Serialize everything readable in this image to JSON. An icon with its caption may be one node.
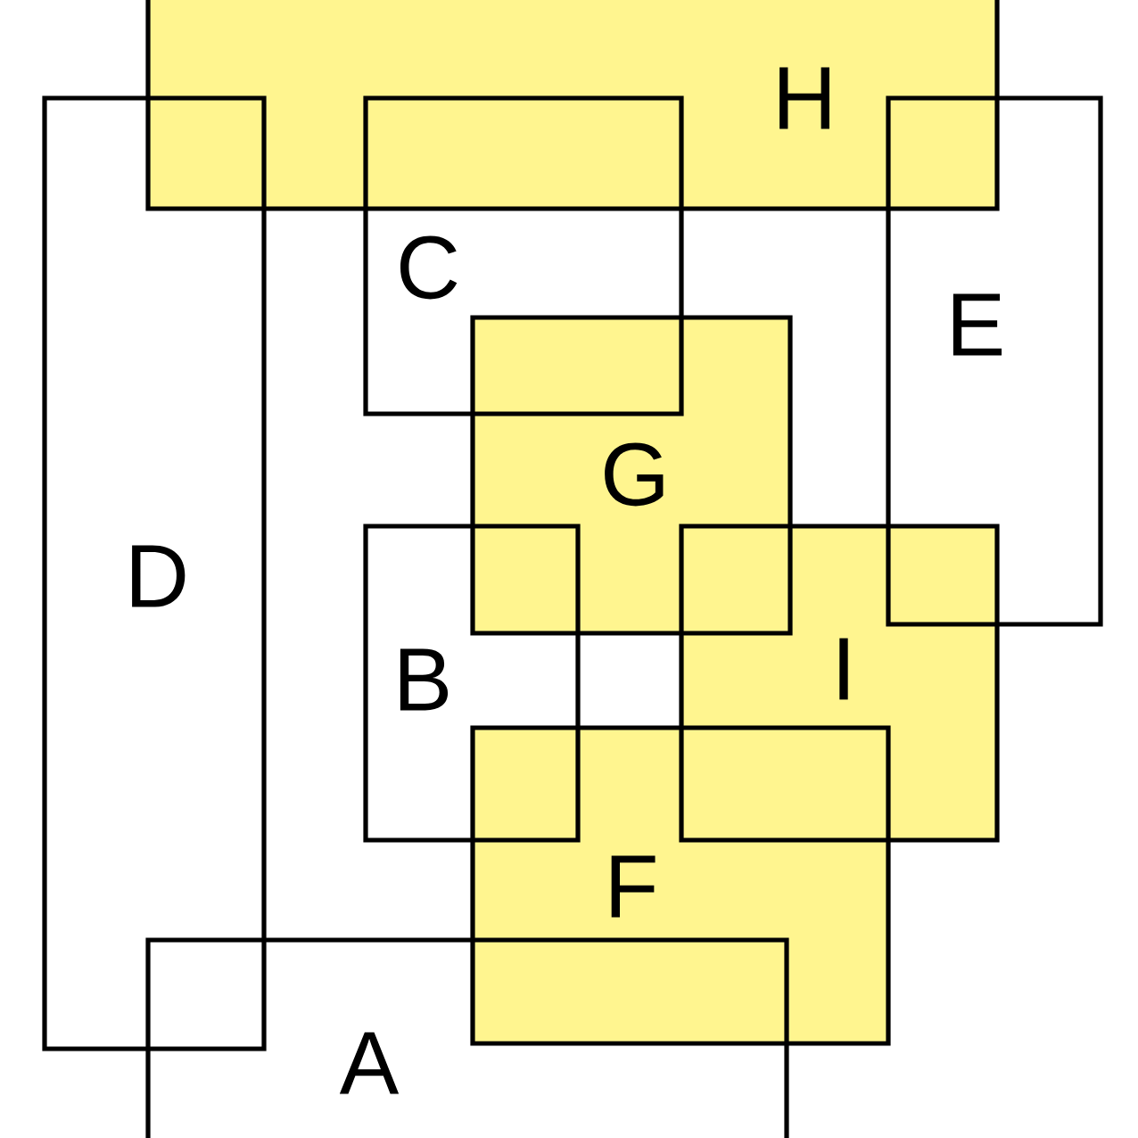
{
  "diagram": {
    "nodes": [
      {
        "text": [
          "H"
        ]
      },
      {
        "text": [
          "C"
        ]
      },
      {
        "text": [
          "E"
        ]
      },
      {
        "text": [
          "D"
        ]
      },
      {
        "text": [
          "G"
        ]
      },
      {
        "text": [
          "B"
        ]
      },
      {
        "text": [
          "I"
        ]
      },
      {
        "text": [
          "F"
        ]
      },
      {
        "text": [
          "A"
        ]
      }
    ]
  }
}
